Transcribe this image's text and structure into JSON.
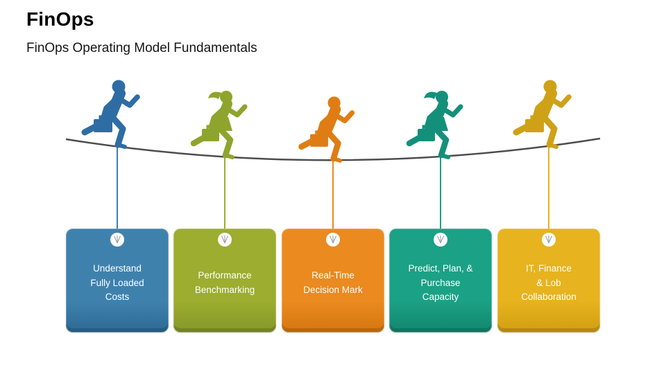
{
  "slide": {
    "title": "FinOps",
    "subtitle": "FinOps Operating Model Fundamentals",
    "background_color": "#ffffff",
    "rope_color": "#4d4d4d",
    "grommet_string_color": "#9aa0a6"
  },
  "columns": [
    {
      "label": "Understand\nFully Loaded\nCosts",
      "card_color": "#3f81ad",
      "card_color_dark": "#2d6a95",
      "string_color": "#3f81ad",
      "runner_color": "#2e6da4",
      "runner_icon": "businessman-running-icon"
    },
    {
      "label": "Performance\nBenchmarking",
      "card_color": "#9cad2f",
      "card_color_dark": "#85972a",
      "string_color": "#9cad2f",
      "runner_color": "#8da52c",
      "runner_icon": "businesswoman-running-icon"
    },
    {
      "label": "Real-Time\nDecision Mark",
      "card_color": "#ea8a1f",
      "card_color_dark": "#d4760f",
      "string_color": "#ea8a1f",
      "runner_color": "#df7d14",
      "runner_icon": "businessman-running-icon"
    },
    {
      "label": "Predict, Plan, &\nPurchase\nCapacity",
      "card_color": "#1ba185",
      "card_color_dark": "#12866e",
      "string_color": "#1ba185",
      "runner_color": "#14907a",
      "runner_icon": "businesswoman-running-icon"
    },
    {
      "label": "IT, Finance\n& Lob\nCollaboration",
      "card_color": "#e7b31e",
      "card_color_dark": "#d09e11",
      "string_color": "#e7b31e",
      "runner_color": "#cfa117",
      "runner_icon": "businessman-running-icon"
    }
  ]
}
